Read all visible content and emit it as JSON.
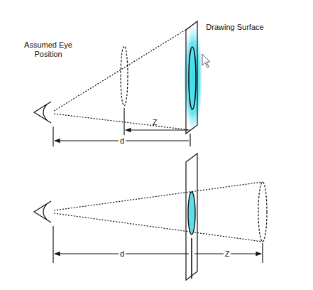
{
  "diagram": {
    "labels": [
      "Assumed Eye Position",
      "Drawing Surface",
      "Z",
      "d",
      "d",
      "Z"
    ]
  }
}
